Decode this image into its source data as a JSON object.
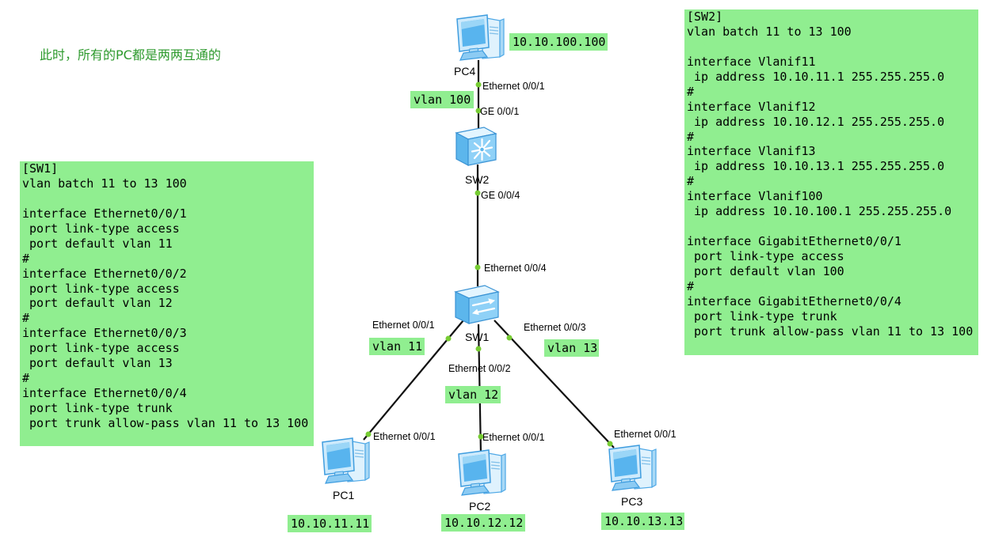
{
  "note": "此时，所有的PC都是两两互通的",
  "sw1_config": {
    "lines": [
      "[SW1]",
      "vlan batch 11 to 13 100",
      "",
      "interface Ethernet0/0/1",
      " port link-type access",
      " port default vlan 11",
      "#",
      "interface Ethernet0/0/2",
      " port link-type access",
      " port default vlan 12",
      "#",
      "interface Ethernet0/0/3",
      " port link-type access",
      " port default vlan 13",
      "#",
      "interface Ethernet0/0/4",
      " port link-type trunk",
      " port trunk allow-pass vlan 11 to 13 100"
    ]
  },
  "sw2_config": {
    "lines": [
      "[SW2]",
      "vlan batch 11 to 13 100",
      "",
      "interface Vlanif11",
      " ip address 10.10.11.1 255.255.255.0",
      "#",
      "interface Vlanif12",
      " ip address 10.10.12.1 255.255.255.0",
      "#",
      "interface Vlanif13",
      " ip address 10.10.13.1 255.255.255.0",
      "#",
      "interface Vlanif100",
      " ip address 10.10.100.1 255.255.255.0",
      "",
      "interface GigabitEthernet0/0/1",
      " port link-type access",
      " port default vlan 100",
      "#",
      "interface GigabitEthernet0/0/4",
      " port link-type trunk",
      " port trunk allow-pass vlan 11 to 13 100"
    ]
  },
  "devices": {
    "pc4": {
      "label": "PC4",
      "ip": "10.10.100.100",
      "icon": "pc-icon"
    },
    "sw2": {
      "label": "SW2",
      "icon": "core-switch-icon"
    },
    "sw1": {
      "label": "SW1",
      "icon": "switch-icon"
    },
    "pc1": {
      "label": "PC1",
      "ip": "10.10.11.11",
      "icon": "pc-icon"
    },
    "pc2": {
      "label": "PC2",
      "ip": "10.10.12.12",
      "icon": "pc-icon"
    },
    "pc3": {
      "label": "PC3",
      "ip": "10.10.13.13",
      "icon": "pc-icon"
    }
  },
  "ports": {
    "pc4_eth": "Ethernet 0/0/1",
    "sw2_ge1": "GE 0/0/1",
    "sw2_ge4": "GE 0/0/4",
    "sw1_eth4": "Ethernet 0/0/4",
    "sw1_eth1": "Ethernet 0/0/1",
    "sw1_eth2": "Ethernet 0/0/2",
    "sw1_eth3": "Ethernet 0/0/3",
    "pc1_eth": "Ethernet 0/0/1",
    "pc2_eth": "Ethernet 0/0/1",
    "pc3_eth": "Ethernet 0/0/1"
  },
  "vlan_tags": {
    "pc4": "vlan 100",
    "pc1": "vlan 11",
    "pc2": "vlan 12",
    "pc3": "vlan 13"
  },
  "colors": {
    "tag": "#90ee90",
    "note": "#2e9a2e",
    "dot": "#77cc33",
    "link": "#111111"
  }
}
